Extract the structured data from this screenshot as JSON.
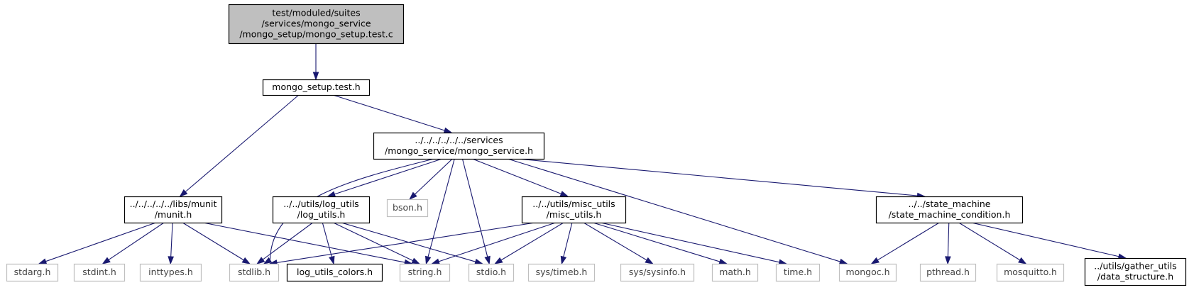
{
  "graph": {
    "title": "",
    "nodes": [
      {
        "id": "root",
        "lines": [
          "test/moduled/suites",
          "/services/mongo_service",
          "/mongo_setup/mongo_setup.test.c"
        ],
        "kind": "root"
      },
      {
        "id": "mongo_setup_test_h",
        "lines": [
          "mongo_setup.test.h"
        ],
        "kind": "local"
      },
      {
        "id": "mongo_service_h",
        "lines": [
          "../../../../../../services",
          "/mongo_service/mongo_service.h"
        ],
        "kind": "local"
      },
      {
        "id": "munit_h",
        "lines": [
          "../../../../../libs/munit",
          "/munit.h"
        ],
        "kind": "local"
      },
      {
        "id": "log_utils_h",
        "lines": [
          "../../utils/log_utils",
          "/log_utils.h"
        ],
        "kind": "local"
      },
      {
        "id": "bson_h",
        "lines": [
          "bson.h"
        ],
        "kind": "system"
      },
      {
        "id": "misc_utils_h",
        "lines": [
          "../../utils/misc_utils",
          "/misc_utils.h"
        ],
        "kind": "local"
      },
      {
        "id": "state_machine_condition_h",
        "lines": [
          "../../state_machine",
          "/state_machine_condition.h"
        ],
        "kind": "local"
      },
      {
        "id": "stdarg_h",
        "lines": [
          "stdarg.h"
        ],
        "kind": "system"
      },
      {
        "id": "stdint_h",
        "lines": [
          "stdint.h"
        ],
        "kind": "system"
      },
      {
        "id": "inttypes_h",
        "lines": [
          "inttypes.h"
        ],
        "kind": "system"
      },
      {
        "id": "stdlib_h",
        "lines": [
          "stdlib.h"
        ],
        "kind": "system"
      },
      {
        "id": "log_utils_colors_h",
        "lines": [
          "log_utils_colors.h"
        ],
        "kind": "local"
      },
      {
        "id": "string_h",
        "lines": [
          "string.h"
        ],
        "kind": "system"
      },
      {
        "id": "stdio_h",
        "lines": [
          "stdio.h"
        ],
        "kind": "system"
      },
      {
        "id": "sys_timeb_h",
        "lines": [
          "sys/timeb.h"
        ],
        "kind": "system"
      },
      {
        "id": "sys_sysinfo_h",
        "lines": [
          "sys/sysinfo.h"
        ],
        "kind": "system"
      },
      {
        "id": "math_h",
        "lines": [
          "math.h"
        ],
        "kind": "system"
      },
      {
        "id": "time_h",
        "lines": [
          "time.h"
        ],
        "kind": "system"
      },
      {
        "id": "mongoc_h",
        "lines": [
          "mongoc.h"
        ],
        "kind": "system"
      },
      {
        "id": "pthread_h",
        "lines": [
          "pthread.h"
        ],
        "kind": "system"
      },
      {
        "id": "mosquitto_h",
        "lines": [
          "mosquitto.h"
        ],
        "kind": "system"
      },
      {
        "id": "data_structure_h",
        "lines": [
          "../utils/gather_utils",
          "/data_structure.h"
        ],
        "kind": "local"
      }
    ],
    "edges": [
      {
        "from": "root",
        "to": "mongo_setup_test_h"
      },
      {
        "from": "mongo_setup_test_h",
        "to": "munit_h"
      },
      {
        "from": "mongo_setup_test_h",
        "to": "mongo_service_h"
      },
      {
        "from": "mongo_service_h",
        "to": "stdlib_h"
      },
      {
        "from": "mongo_service_h",
        "to": "log_utils_h"
      },
      {
        "from": "mongo_service_h",
        "to": "bson_h"
      },
      {
        "from": "mongo_service_h",
        "to": "string_h"
      },
      {
        "from": "mongo_service_h",
        "to": "stdio_h"
      },
      {
        "from": "mongo_service_h",
        "to": "misc_utils_h"
      },
      {
        "from": "mongo_service_h",
        "to": "mongoc_h"
      },
      {
        "from": "mongo_service_h",
        "to": "state_machine_condition_h"
      },
      {
        "from": "munit_h",
        "to": "stdarg_h"
      },
      {
        "from": "munit_h",
        "to": "stdint_h"
      },
      {
        "from": "munit_h",
        "to": "inttypes_h"
      },
      {
        "from": "munit_h",
        "to": "stdlib_h"
      },
      {
        "from": "munit_h",
        "to": "string_h"
      },
      {
        "from": "log_utils_h",
        "to": "stdlib_h"
      },
      {
        "from": "log_utils_h",
        "to": "log_utils_colors_h"
      },
      {
        "from": "log_utils_h",
        "to": "string_h"
      },
      {
        "from": "log_utils_h",
        "to": "stdio_h"
      },
      {
        "from": "misc_utils_h",
        "to": "stdlib_h"
      },
      {
        "from": "misc_utils_h",
        "to": "string_h"
      },
      {
        "from": "misc_utils_h",
        "to": "stdio_h"
      },
      {
        "from": "misc_utils_h",
        "to": "sys_timeb_h"
      },
      {
        "from": "misc_utils_h",
        "to": "sys_sysinfo_h"
      },
      {
        "from": "misc_utils_h",
        "to": "math_h"
      },
      {
        "from": "misc_utils_h",
        "to": "time_h"
      },
      {
        "from": "state_machine_condition_h",
        "to": "mongoc_h"
      },
      {
        "from": "state_machine_condition_h",
        "to": "pthread_h"
      },
      {
        "from": "state_machine_condition_h",
        "to": "mosquitto_h"
      },
      {
        "from": "state_machine_condition_h",
        "to": "data_structure_h"
      }
    ]
  },
  "colors": {
    "root_fill": "#bfbfbf",
    "local_border": "#000000",
    "system_border": "#bfbfbf",
    "edge": "#191970",
    "background": "#ffffff"
  }
}
